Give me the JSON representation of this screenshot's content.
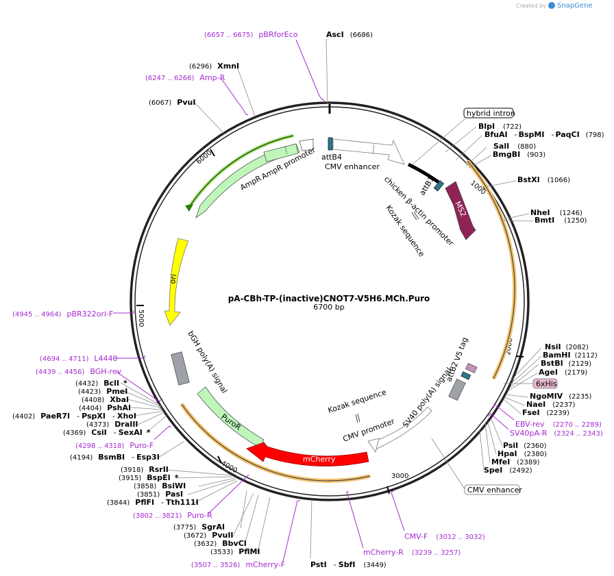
{
  "branding": {
    "created_by": "Created by",
    "app": "SnapGene"
  },
  "plasmid": {
    "name": "pA-CBh-TP-(inactive)CNOT7-V5H6.MCh.Puro",
    "length": "6700 bp"
  },
  "ticks": [
    "1000",
    "2000",
    "3000",
    "4000",
    "5000",
    "6000"
  ],
  "enzymes": {
    "asci": {
      "name": "AscI",
      "pos": "(6686)"
    },
    "xmni": {
      "name": "XmnI",
      "pos": "(6296)"
    },
    "pvui": {
      "name": "PvuI",
      "pos": "(6067)"
    },
    "blpi": {
      "name": "BlpI",
      "pos": "(722)"
    },
    "bfuai": {
      "name": "BfuAI",
      "sep": "-",
      "name2": "BspMI",
      "sep2": "-",
      "name3": "PaqCI",
      "pos": "(798)"
    },
    "sali": {
      "name": "SalI",
      "pos": "(880)"
    },
    "bmgbi": {
      "name": "BmgBI",
      "pos": "(903)"
    },
    "bstxi": {
      "name": "BstXI",
      "pos": "(1066)"
    },
    "nhei": {
      "name": "NheI",
      "pos": "(1246)"
    },
    "bmti": {
      "name": "BmtI",
      "pos": "(1250)"
    },
    "nsii": {
      "name": "NsiI",
      "pos": "(2082)"
    },
    "bamhi": {
      "name": "BamHI",
      "pos": "(2112)"
    },
    "bstbi": {
      "name": "BstBI",
      "pos": "(2129)"
    },
    "agei": {
      "name": "AgeI",
      "pos": "(2179)"
    },
    "ngomiv": {
      "name": "NgoMIV",
      "pos": "(2235)"
    },
    "naei": {
      "name": "NaeI",
      "pos": "(2237)"
    },
    "fsei": {
      "name": "FseI",
      "pos": "(2239)"
    },
    "psii": {
      "name": "PsiI",
      "pos": "(2360)"
    },
    "hpai": {
      "name": "HpaI",
      "pos": "(2380)"
    },
    "mfei": {
      "name": "MfeI",
      "pos": "(2389)"
    },
    "spei": {
      "name": "SpeI",
      "pos": "(2492)"
    },
    "psti": {
      "name": "PstI",
      "sep": "-",
      "name2": "SbfI",
      "pos": "(3449)"
    },
    "pflmi": {
      "name": "PflMI",
      "pos": "(3533)"
    },
    "bbvci": {
      "name": "BbvCI",
      "pos": "(3632)"
    },
    "pvuii": {
      "name": "PvuII",
      "pos": "(3672)"
    },
    "sgrai": {
      "name": "SgrAI",
      "pos": "(3775)"
    },
    "pflfi": {
      "name": "PflFI",
      "sep": "-",
      "name2": "Tth111I",
      "pos": "(3844)"
    },
    "pasi": {
      "name": "PasI",
      "pos": "(3851)"
    },
    "bsiwi": {
      "name": "BsiWI",
      "pos": "(3858)"
    },
    "bspei": {
      "name": "BspEI",
      "star": "*",
      "pos": "(3915)"
    },
    "rsrii": {
      "name": "RsrII",
      "pos": "(3918)"
    },
    "bsmbi": {
      "name": "BsmBI",
      "sep": "-",
      "name2": "Esp3I",
      "pos": "(4194)"
    },
    "csii": {
      "name": "CsiI",
      "sep": "-",
      "name2": "SexAI",
      "star": "*",
      "pos": "(4369)"
    },
    "draiii": {
      "name": "DraIII",
      "pos": "(4373)"
    },
    "paer7i": {
      "name": "PaeR7I",
      "sep": "-",
      "name2": "PspXI",
      "sep2": "-",
      "name3": "XhoI",
      "pos": "(4402)"
    },
    "pshai": {
      "name": "PshAI",
      "pos": "(4404)"
    },
    "xbai": {
      "name": "XbaI",
      "pos": "(4408)"
    },
    "pmei": {
      "name": "PmeI",
      "pos": "(4423)"
    },
    "bcli": {
      "name": "BclI",
      "star": "*",
      "pos": "(4432)"
    }
  },
  "primers": {
    "pbrforeco": {
      "name": "pBRforEco",
      "range": "(6657 .. 6675)"
    },
    "ampr": {
      "name": "Amp-R",
      "range": "(6247 .. 6266)"
    },
    "pbr322ori": {
      "name": "pBR322ori-F",
      "range": "(4945 .. 4964)"
    },
    "l4440": {
      "name": "L4440",
      "range": "(4694 .. 4711)"
    },
    "bghrev": {
      "name": "BGH-rev",
      "range": "(4439 .. 4456)"
    },
    "purof": {
      "name": "Puro-F",
      "range": "(4298 .. 4318)"
    },
    "puror": {
      "name": "Puro-R",
      "range": "(3802 .. 3821)"
    },
    "mcherryf": {
      "name": "mCherry-F",
      "range": "(3507 .. 3526)"
    },
    "mcherryr": {
      "name": "mCherry-R",
      "range": "(3239 .. 3257)"
    },
    "cmvf": {
      "name": "CMV-F",
      "range": "(3012 .. 3032)"
    },
    "ebvrev": {
      "name": "EBV-rev",
      "range": "(2270 .. 2289)"
    },
    "sv40par": {
      "name": "SV40pA-R",
      "range": "(2324 .. 2343)"
    }
  },
  "badges": {
    "hybrid_intron": "hybrid intron",
    "cmv_enhancer": "CMV enhancer",
    "six_his": "6xHis"
  },
  "features": {
    "attb4": "attB4",
    "cmv_enhancer": "CMV enhancer",
    "chicken_promoter": "chicken β-actin promoter",
    "attb1": "attB1",
    "kozak_top": "Kozak sequence",
    "ms2": "MS2",
    "ampr": "AmpR",
    "ampr_promoter": "AmpR promoter",
    "ori": "ori",
    "bgh": "bGH poly(A) signal",
    "puror": "PuroR",
    "mcherry": "mCherry",
    "cmv_promoter": "CMV promoter",
    "kozak_bottom": "Kozak sequence",
    "sv40": "SV40 poly(A) signal",
    "attb2": "attB2",
    "v5tag": "V5 tag"
  },
  "colors": {
    "ms2": "#8f2356",
    "ampr": "#bff7bb",
    "ori": "#ffff00",
    "puror": "#bff7bb",
    "mcherry": "#ff0000",
    "primer": "#a428d0",
    "orange_arc": "#f5a623",
    "green_arc": "#2a7a00",
    "attb": "#2b7a8c",
    "bgh": "#9ea2a8",
    "v5": "#c890b4"
  }
}
